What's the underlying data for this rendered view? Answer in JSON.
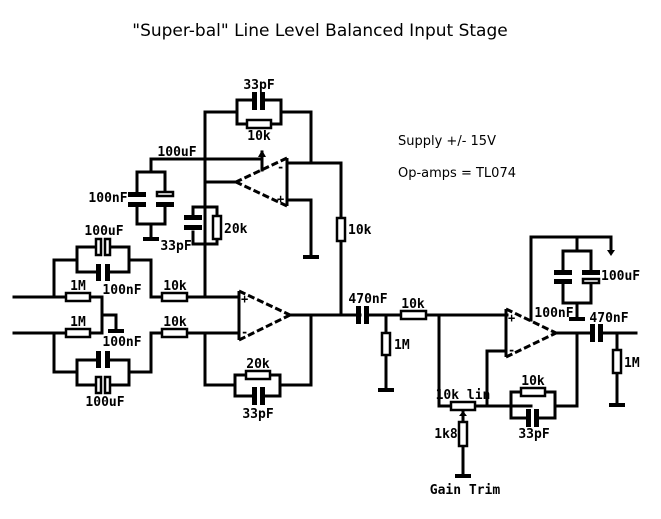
{
  "title": "\"Super-bal\" Line Level Balanced Input Stage",
  "notes": {
    "supply": "Supply +/- 15V",
    "opamps": "Op-amps = TL074"
  },
  "components": {
    "c_fb_top": "33pF",
    "r_fb_top": "10k",
    "c_supply_top_elec": "100uF",
    "c_supply_top_film": "100nF",
    "c_bias": "33pF",
    "r_bias": "20k",
    "r_top_out": "10k",
    "c_in_top_elec": "100uF",
    "c_in_top_film": "100nF",
    "r_in_top": "1M",
    "r_series_top": "10k",
    "r_in_bot": "1M",
    "r_series_bot": "10k",
    "c_in_bot_film": "100nF",
    "c_in_bot_elec": "100uF",
    "r_fb_main": "20k",
    "c_fb_main": "33pF",
    "c_coupling_mid": "470nF",
    "r_mid_to_gnd": "1M",
    "r_mid_series": "10k",
    "c_supply_out_film": "100nF",
    "c_supply_out_elec": "100uF",
    "c_out": "470nF",
    "r_out_to_gnd": "1M",
    "pot_gain": "10k lin",
    "r_gain": "1k8",
    "r_fb_out": "10k",
    "c_fb_out": "33pF",
    "gain_trim": "Gain Trim"
  },
  "opamp_pins": {
    "plus": "+",
    "minus": "-"
  }
}
